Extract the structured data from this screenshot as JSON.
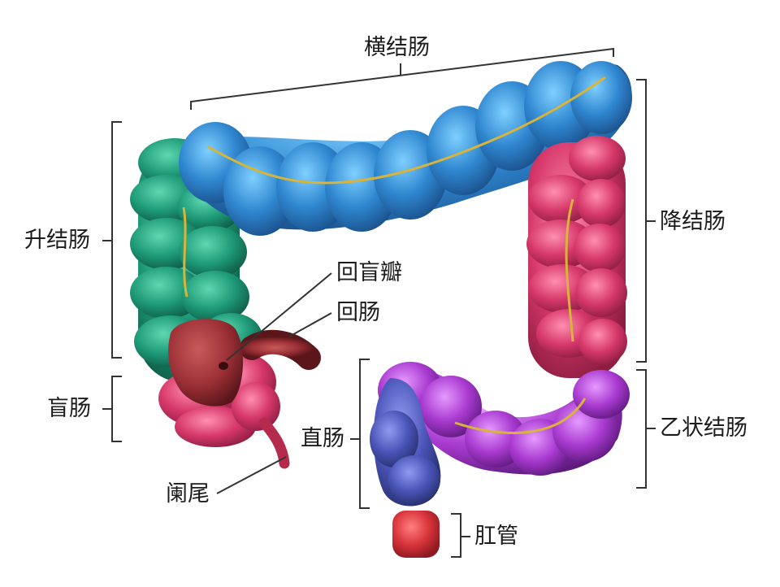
{
  "labels": {
    "transverse_colon": "横结肠",
    "ascending_colon": "升结肠",
    "descending_colon": "降结肠",
    "ileocecal_valve": "回盲瓣",
    "ileum": "回肠",
    "cecum": "盲肠",
    "rectum": "直肠",
    "sigmoid_colon": "乙状结肠",
    "appendix": "阑尾",
    "anal_canal": "肛管"
  },
  "colors": {
    "transverse_colon": "#2f86cf",
    "ascending_colon": "#1e9a78",
    "descending_colon": "#d6386a",
    "cecum": "#d83860",
    "ileum": "#9a2f35",
    "rectum": "#4a55b8",
    "sigmoid_colon": "#a93ad0",
    "anal_canal": "#d8333b",
    "vessels": "#d8b43a",
    "lines": "#333333"
  }
}
